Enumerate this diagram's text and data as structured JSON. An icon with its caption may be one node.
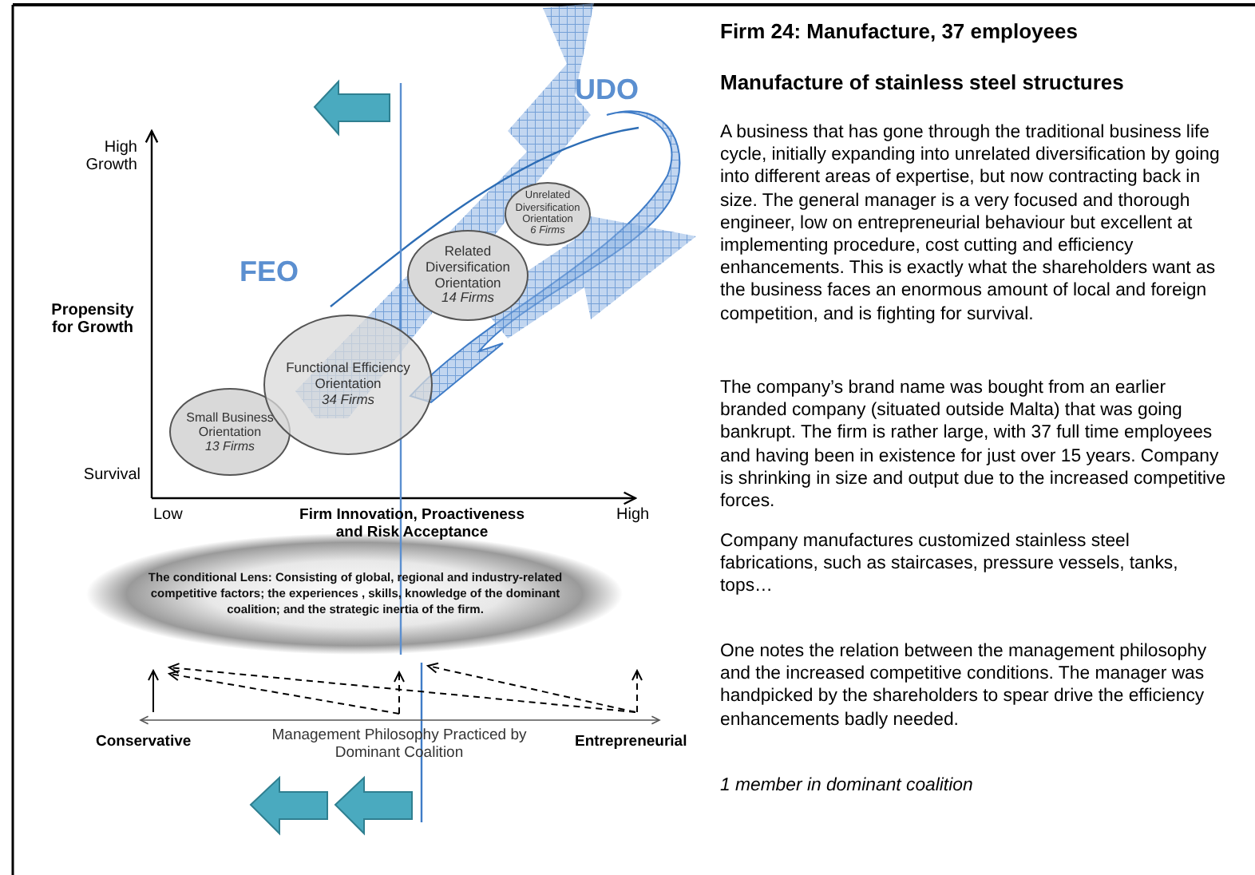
{
  "diagram": {
    "title": "Firm 24: Manufacture, 37 employees",
    "nodes": [
      {
        "text": [
          "Small Business Orientation",
          "13 Firms"
        ]
      },
      {
        "text": [
          "Functional Efficiency Orientation",
          "34 Firms"
        ]
      },
      {
        "text": [
          "Related Diversification Orientation",
          "14 Firms"
        ]
      },
      {
        "text": [
          "Unrelated Diversification Orientation",
          "6 Firms"
        ]
      },
      {
        "text": [
          "The conditional Lens:  Consisting of global, regional and industry-related competitive factors;  the experiences , skills, knowledge of the dominant coalition; and the strategic inertia of the firm."
        ]
      }
    ],
    "labels": [
      "UDO",
      "High Growth",
      "FEO",
      "Propensity for Growth",
      "Survival",
      "Low",
      "Firm Innovation, Proactiveness and Risk Acceptance",
      "High",
      "Conservative",
      "Management Philosophy Practiced by Dominant Coalition",
      "Entrepreneurial",
      "Manufacture of stainless steel structures",
      "A business that has gone through the traditional business life cycle, initially expanding into unrelated diversification by going into different areas of expertise, but now contracting back in size.  The general manager is a very focused and thorough engineer, low on entrepreneurial behaviour but excellent at implementing procedure, cost cutting and efficiency enhancements. This is exactly what the shareholders want as the business  faces an enormous amount of local and foreign competition, and is fighting for survival.",
      "The company’s brand name was bought from an earlier branded company  (situated outside Malta) that was going bankrupt. The firm is rather large, with 37 full time employees and having been in existence for just over 15 years. Company is shrinking in size and output due to the increased competitive forces.",
      "Company manufactures customized stainless steel fabrications, such as staircases, pressure vessels, tanks, tops…",
      "One notes the relation between the management philosophy and the increased competitive conditions. The manager was handpicked by the shareholders to spear drive the efficiency enhancements badly needed.",
      "1 member in dominant coalition"
    ]
  }
}
